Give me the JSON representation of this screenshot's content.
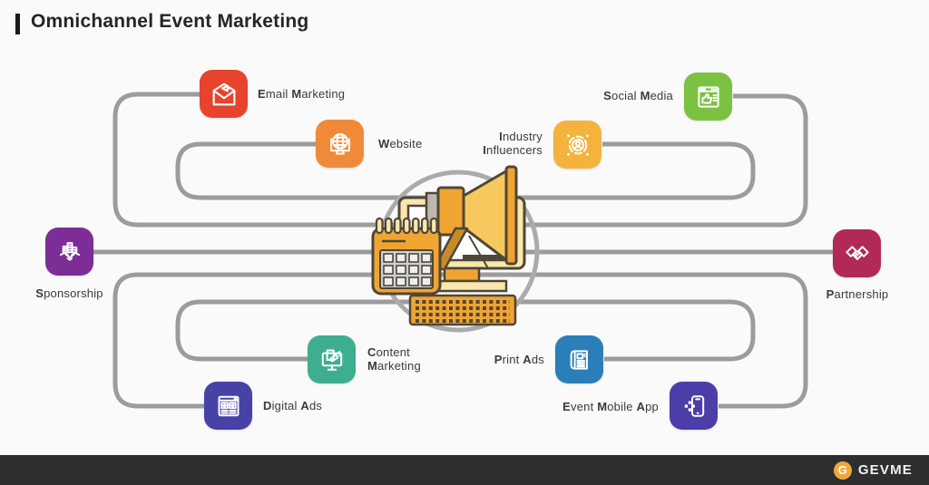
{
  "title": "Omnichannel Event Marketing",
  "footer": {
    "brand": "GEVME",
    "logo_letter": "G"
  },
  "colors": {
    "background": "#FAFAFA",
    "connector": "#9C9C9C",
    "footer_bg": "#2E2E30",
    "title_text": "#262626",
    "label_text": "#3B3B3B",
    "brand_gold": "#F0A73C",
    "illustration_amber": "#F0A432",
    "illustration_gold": "#F6C85E",
    "illustration_cream": "#FAE7AE",
    "illustration_outline": "#4F4737",
    "illustration_circle": "#ABABAB"
  },
  "center_illustration": {
    "name": "megaphone-computer-calendar"
  },
  "channels": [
    {
      "id": "email-marketing",
      "label": "Email Marketing",
      "color": "#E8432D",
      "icon": "email-megaphone-icon"
    },
    {
      "id": "website",
      "label": "Website",
      "color": "#F18A38",
      "icon": "globe-monitor-icon"
    },
    {
      "id": "social-media",
      "label": "Social Media",
      "color": "#7CC142",
      "icon": "thumbs-up-browser-icon"
    },
    {
      "id": "industry-influencers",
      "label": "Industry\nInfluencers",
      "color": "#F3B33C",
      "icon": "influencer-person-icon"
    },
    {
      "id": "sponsorship",
      "label": "Sponsorship",
      "color": "#7C2E96",
      "icon": "coins-handshake-icon"
    },
    {
      "id": "partnership",
      "label": "Partnership",
      "color": "#B12A55",
      "icon": "handshake-icon"
    },
    {
      "id": "content-marketing",
      "label": "Content\nMarketing",
      "color": "#3EAE90",
      "icon": "monitor-megaphone-icon"
    },
    {
      "id": "print-ads",
      "label": "Print Ads",
      "color": "#2A7FB8",
      "icon": "newspaper-icon"
    },
    {
      "id": "digital-ads",
      "label": "Digital Ads",
      "color": "#4742A6",
      "icon": "browser-ads-icon"
    },
    {
      "id": "event-mobile-app",
      "label": "Event Mobile App",
      "color": "#4C3EA8",
      "icon": "mobile-app-icon"
    }
  ]
}
